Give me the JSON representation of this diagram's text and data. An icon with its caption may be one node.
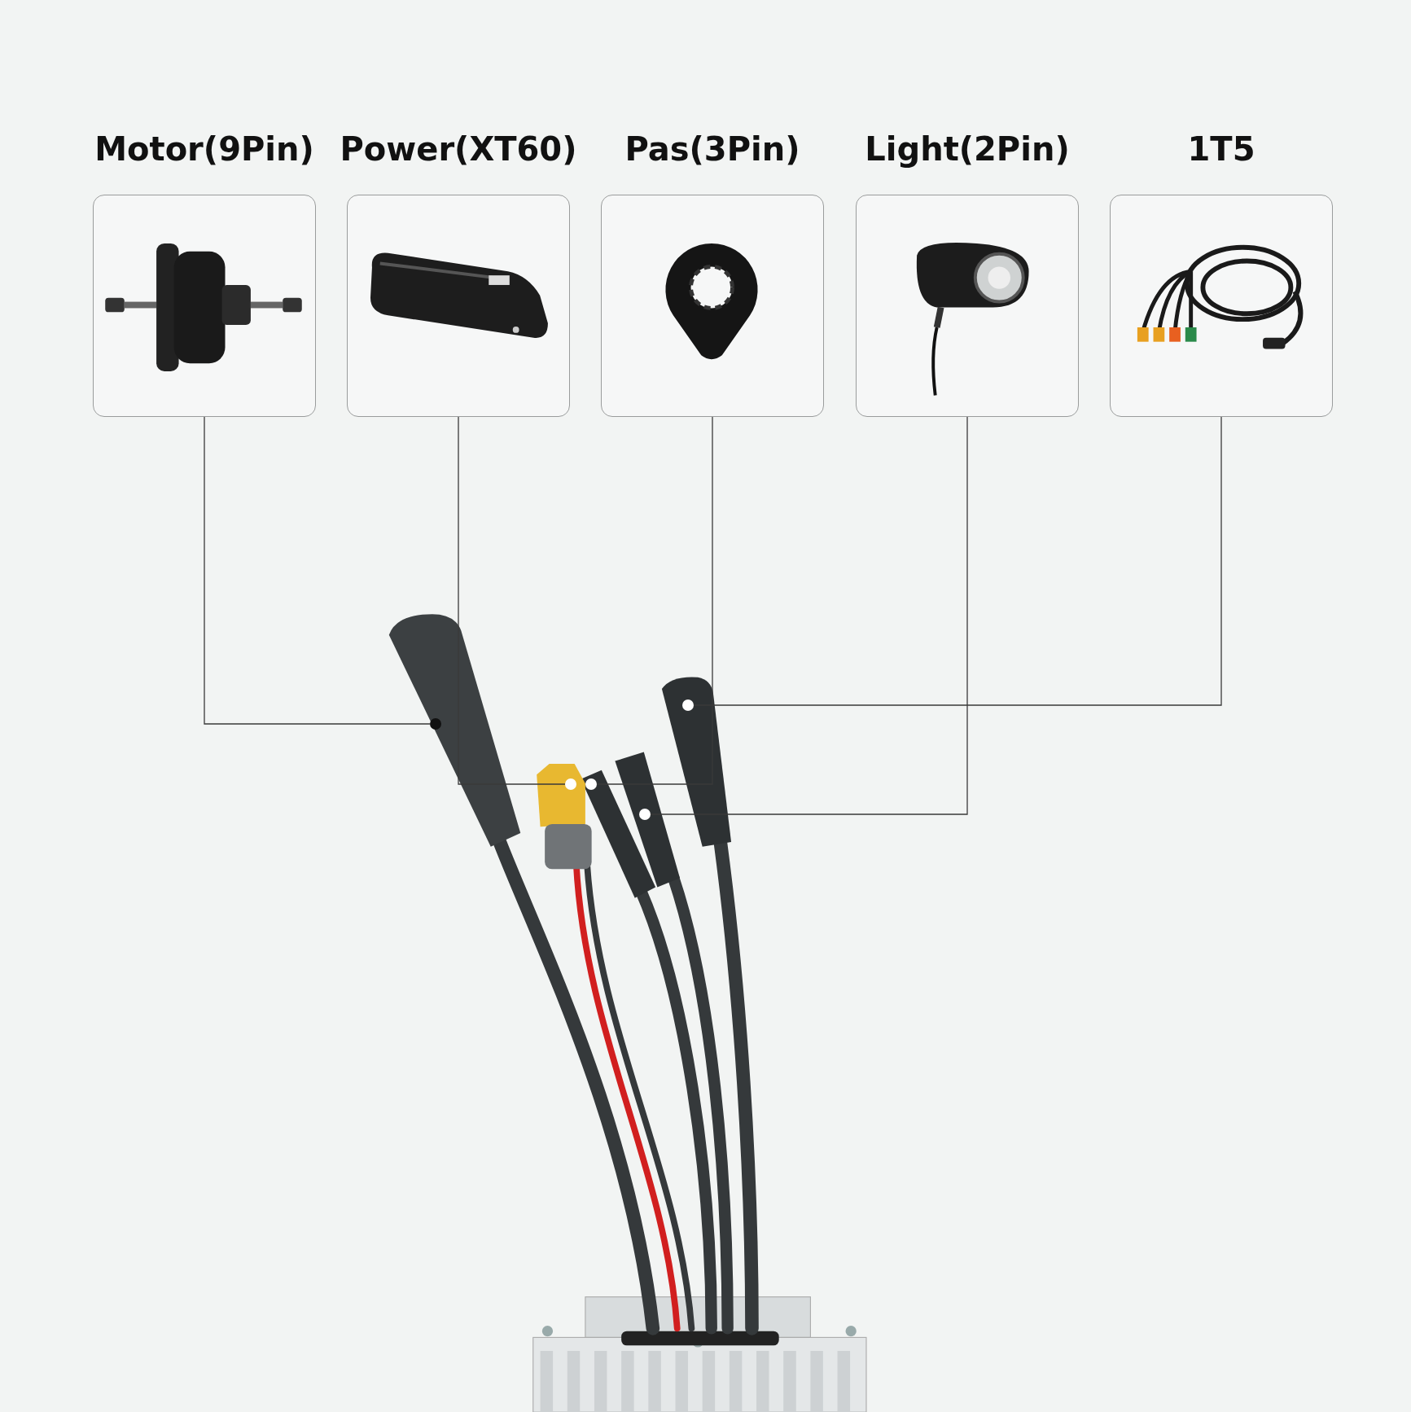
{
  "diagram": {
    "nodes": [
      {
        "text": [
          "Motor(9Pin)"
        ]
      },
      {
        "text": [
          "Power(XT60)"
        ]
      },
      {
        "text": [
          "Pas(3Pin)"
        ]
      },
      {
        "text": [
          "Light(2Pin)"
        ]
      },
      {
        "text": [
          "1T5"
        ]
      },
      {
        "text": [],
        "shape": "circle"
      },
      {
        "text": [],
        "shape": "circle"
      },
      {
        "text": [],
        "shape": "circle"
      },
      {
        "text": [],
        "shape": "circle"
      },
      {
        "text": [],
        "shape": "circle"
      }
    ],
    "edges": [
      {
        "from": 0,
        "to": 5,
        "arrow": "none"
      },
      {
        "from": 1,
        "to": 6,
        "arrow": "none"
      },
      {
        "from": 2,
        "to": 7,
        "arrow": "none"
      },
      {
        "from": 3,
        "to": 8,
        "arrow": "none"
      },
      {
        "from": 4,
        "to": 9,
        "arrow": "none"
      }
    ]
  }
}
